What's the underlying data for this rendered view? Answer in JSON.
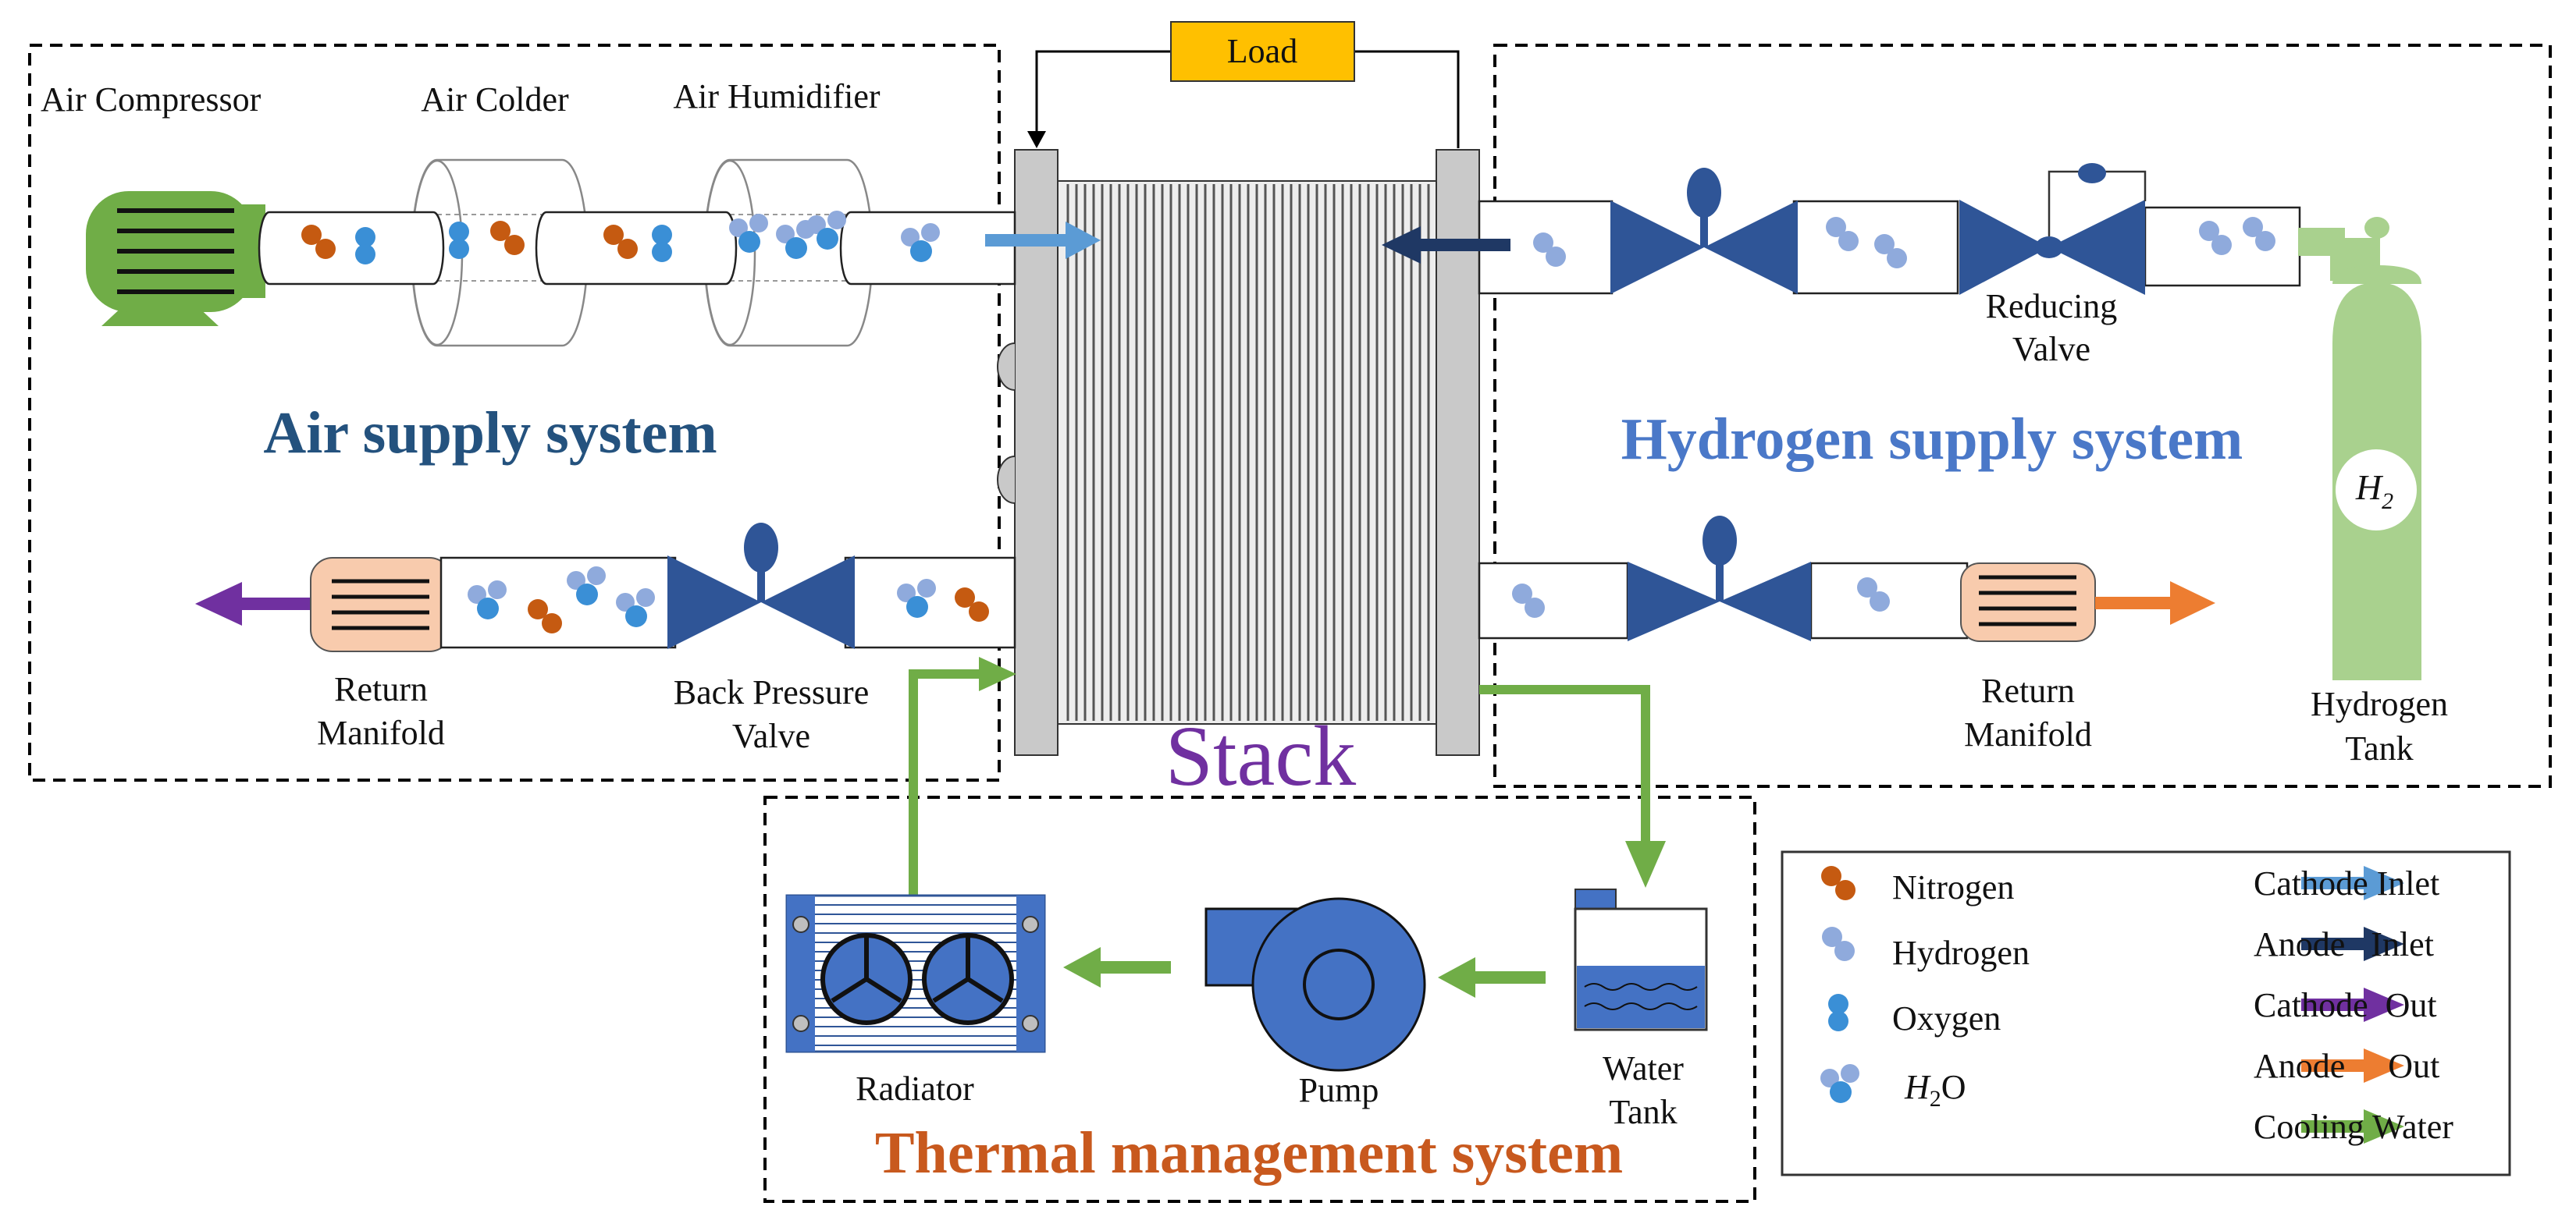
{
  "load": "Load",
  "stack": "Stack",
  "sections": {
    "air": "Air supply system",
    "hydrogen": "Hydrogen supply system",
    "thermal": "Thermal management system"
  },
  "components": {
    "air_compressor": "Air Compressor",
    "air_colder": "Air Colder",
    "air_humidifier": "Air Humidifier",
    "return_manifold_left_1": "Return",
    "return_manifold_left_2": "Manifold",
    "back_pressure_1": "Back Pressure",
    "back_pressure_2": "Valve",
    "reducing_1": "Reducing",
    "reducing_2": "Valve",
    "return_manifold_right_1": "Return",
    "return_manifold_right_2": "Manifold",
    "hydrogen_tank_1": "Hydrogen",
    "hydrogen_tank_2": "Tank",
    "h2_symbol": "H",
    "h2_sub": "2",
    "radiator": "Radiator",
    "pump": "Pump",
    "water_tank_1": "Water",
    "water_tank_2": "Tank"
  },
  "legend": {
    "molecules": [
      {
        "label": "Nitrogen"
      },
      {
        "label": "Hydrogen"
      },
      {
        "label": "Oxygen"
      }
    ],
    "h2o": {
      "base": "H",
      "sub": "2",
      "tail": "O"
    },
    "arrows": [
      {
        "label": "Cathode Inlet",
        "color": "#5b9bd5"
      },
      {
        "label": "Anode   Inlet",
        "color": "#1f3864"
      },
      {
        "label": "Cathode  Out",
        "color": "#7030a0"
      },
      {
        "label": "Anode     Out",
        "color": "#ed7d31"
      },
      {
        "label": "Cooling Water",
        "color": "#70ad47"
      }
    ]
  },
  "colors": {
    "nitrogen": "#c55a11",
    "hydrogen": "#8faadc",
    "oxygen": "#3a8fd6",
    "valve": "#2f5597",
    "compressor": "#70ad47",
    "tank": "#a9d18e",
    "manifold": "#f8cbad",
    "load": "#ffc000",
    "stack_plate": "#c9c9c9",
    "pump": "#4472c4"
  }
}
